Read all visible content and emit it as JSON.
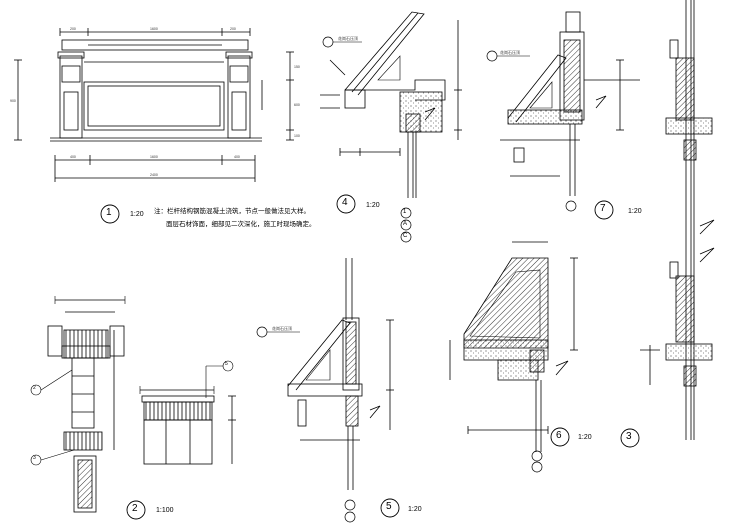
{
  "detail_numbers": {
    "d1": "1",
    "d2": "2",
    "d3": "3",
    "d4": "4",
    "d5": "5",
    "d6": "6",
    "d7": "7"
  },
  "scales": {
    "s1": "1:20",
    "s2": "1:100",
    "s4": "1:20",
    "s5": "1:20",
    "s6": "1:20",
    "s7": "1:20"
  },
  "notes": {
    "line1": "注：栏杆结构钢筋混凝土浇筑，节点一般做法见大样。",
    "line2": "面层石材饰面，细部见二次深化，施工时现场确定。"
  },
  "axis_marks": {
    "a1": "1",
    "a2": "A",
    "a3": "C"
  },
  "callouts": {
    "c1": "2",
    "c2": "3",
    "c3": "5"
  }
}
